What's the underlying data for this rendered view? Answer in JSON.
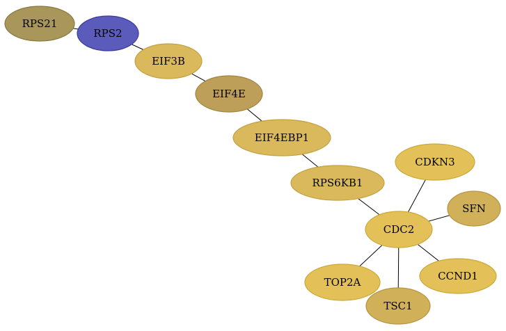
{
  "graph": {
    "nodes": [
      {
        "id": "RPS21",
        "label": "RPS21",
        "fill": "#a8965a",
        "stroke": "#8a7a40"
      },
      {
        "id": "RPS2",
        "label": "RPS2",
        "fill": "#5b5bbb",
        "stroke": "#3a3a9a"
      },
      {
        "id": "EIF3B",
        "label": "EIF3B",
        "fill": "#d9b95c",
        "stroke": "#c4a040"
      },
      {
        "id": "EIF4E",
        "label": "EIF4E",
        "fill": "#bd9f5a",
        "stroke": "#a08440"
      },
      {
        "id": "EIF4EBP1",
        "label": "EIF4EBP1",
        "fill": "#d9b95c",
        "stroke": "#c4a040"
      },
      {
        "id": "RPS6KB1",
        "label": "RPS6KB1",
        "fill": "#d9b95c",
        "stroke": "#c4a040"
      },
      {
        "id": "CDKN3",
        "label": "CDKN3",
        "fill": "#e4c158",
        "stroke": "#cca838"
      },
      {
        "id": "SFN",
        "label": "SFN",
        "fill": "#d1b05a",
        "stroke": "#b89440"
      },
      {
        "id": "CDC2",
        "label": "CDC2",
        "fill": "#e4c158",
        "stroke": "#cca838"
      },
      {
        "id": "CCND1",
        "label": "CCND1",
        "fill": "#e4c158",
        "stroke": "#cca838"
      },
      {
        "id": "TOP2A",
        "label": "TOP2A",
        "fill": "#e4c158",
        "stroke": "#cca838"
      },
      {
        "id": "TSC1",
        "label": "TSC1",
        "fill": "#d1b05a",
        "stroke": "#b89440"
      }
    ],
    "edges": [
      {
        "source": "RPS21",
        "target": "RPS2"
      },
      {
        "source": "RPS2",
        "target": "EIF3B"
      },
      {
        "source": "EIF3B",
        "target": "EIF4E"
      },
      {
        "source": "EIF4E",
        "target": "EIF4EBP1"
      },
      {
        "source": "EIF4EBP1",
        "target": "RPS6KB1"
      },
      {
        "source": "RPS6KB1",
        "target": "CDC2"
      },
      {
        "source": "CDC2",
        "target": "CDKN3"
      },
      {
        "source": "CDC2",
        "target": "SFN"
      },
      {
        "source": "CDC2",
        "target": "CCND1"
      },
      {
        "source": "CDC2",
        "target": "TOP2A"
      },
      {
        "source": "CDC2",
        "target": "TSC1"
      }
    ]
  }
}
